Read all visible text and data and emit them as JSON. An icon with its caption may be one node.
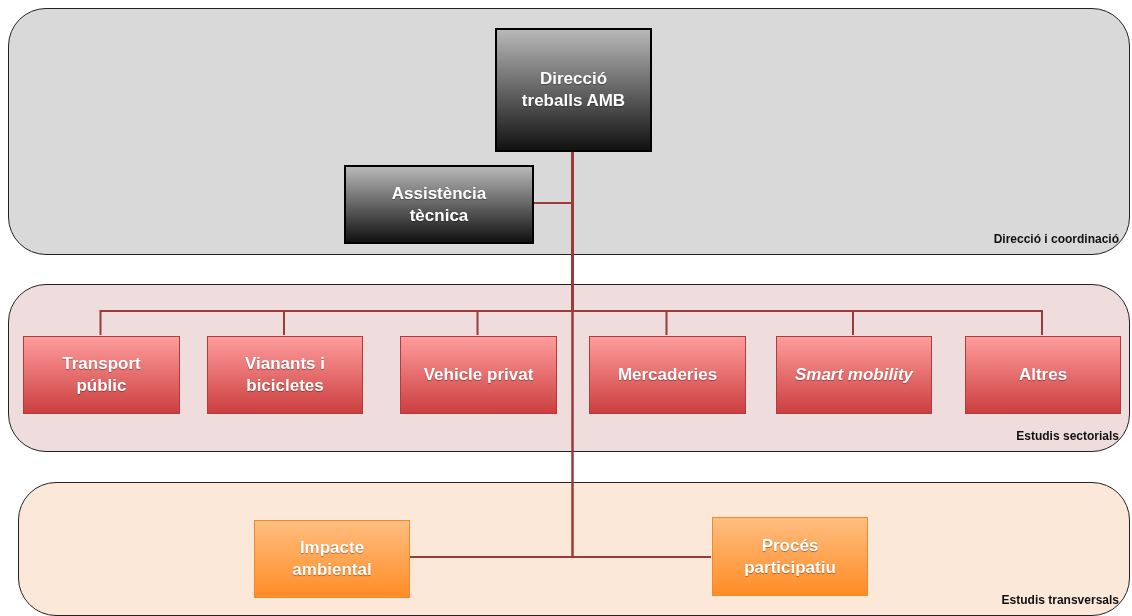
{
  "diagram": {
    "nodes": [
      {
        "text": [
          "Direcció i coordinació"
        ]
      },
      {
        "text": [
          "Direcció treballs AMB"
        ],
        "in": 0
      },
      {
        "text": [
          "Assistència tècnica"
        ],
        "in": 0
      },
      {
        "text": [
          "Estudis sectorials"
        ]
      },
      {
        "text": [
          "Transport públic"
        ],
        "in": 3
      },
      {
        "text": [
          "Vianants i bicicletes"
        ],
        "in": 3
      },
      {
        "text": [
          "Vehicle privat"
        ],
        "in": 3
      },
      {
        "text": [
          "Mercaderies"
        ],
        "in": 3
      },
      {
        "text": [
          "*Smart mobility*"
        ],
        "in": 3
      },
      {
        "text": [
          "Altres"
        ],
        "in": 3
      },
      {
        "text": [
          "Estudis transversals"
        ]
      },
      {
        "text": [
          "Impacte ambiental"
        ],
        "in": 10
      },
      {
        "text": [
          "Procés participatiu"
        ],
        "in": 10
      }
    ],
    "edges": [
      {
        "from": 1,
        "to": 2,
        "arrow": "none"
      },
      {
        "from": 1,
        "to": 4,
        "arrow": "none"
      },
      {
        "from": 1,
        "to": 5,
        "arrow": "none"
      },
      {
        "from": 1,
        "to": 6,
        "arrow": "none"
      },
      {
        "from": 1,
        "to": 7,
        "arrow": "none"
      },
      {
        "from": 1,
        "to": 8,
        "arrow": "none"
      },
      {
        "from": 1,
        "to": 9,
        "arrow": "none"
      },
      {
        "from": 1,
        "to": 11,
        "arrow": "none"
      },
      {
        "from": 1,
        "to": 12,
        "arrow": "none"
      }
    ]
  }
}
